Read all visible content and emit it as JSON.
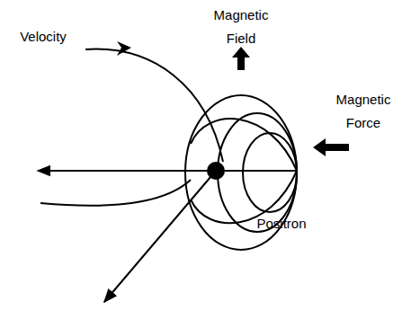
{
  "diagram": {
    "labels": [
      "Magnetic Field",
      "Velocity",
      "Magnetic Force",
      "Positron"
    ]
  }
}
